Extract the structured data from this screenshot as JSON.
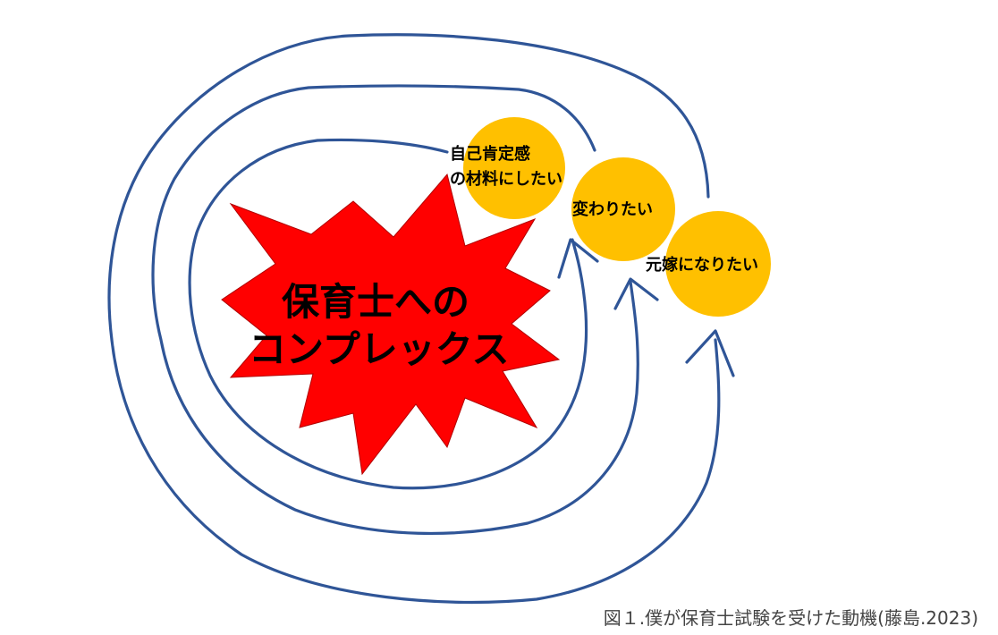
{
  "colors": {
    "spiral": "#2f5597",
    "burst_fill": "#ff0000",
    "bubble_fill": "#ffc000",
    "text": "#000000",
    "caption_text": "#444444"
  },
  "center": {
    "shape": "explosion-burst",
    "line1": "保育士への",
    "line2": "コンプレックス"
  },
  "bubbles": [
    {
      "line1": "自己肯定感",
      "line2": "の材料にしたい"
    },
    {
      "line1": "変わりたい"
    },
    {
      "line1": "元嫁になりたい"
    }
  ],
  "caption": "図１.僕が保育士試験を受けた動機(藤島.2023)"
}
